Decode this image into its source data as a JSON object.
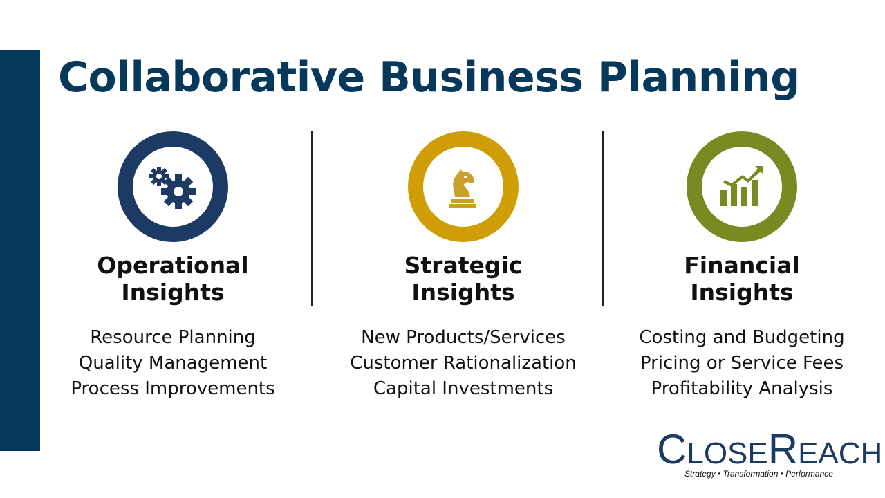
{
  "title": "Collaborative Business Planning",
  "colors": {
    "navy": "#06385c",
    "ring_navy": "#1c3a63",
    "gold": "#cf9e06",
    "olive": "#7a8a22"
  },
  "columns": [
    {
      "icon": "gears-icon",
      "ring_color": "#1c3a63",
      "title_line1": "Operational",
      "title_line2": "Insights",
      "items": [
        "Resource Planning",
        "Quality Management",
        "Process Improvements"
      ]
    },
    {
      "icon": "chess-knight-icon",
      "ring_color": "#cf9e06",
      "title_line1": "Strategic",
      "title_line2": "Insights",
      "items": [
        "New Products/Services",
        "Customer Rationalization",
        "Capital Investments"
      ]
    },
    {
      "icon": "bar-chart-growth-icon",
      "ring_color": "#7a8a22",
      "title_line1": "Financial",
      "title_line2": "Insights",
      "items": [
        "Costing and Budgeting",
        "Pricing or Service Fees",
        "Profitability Analysis"
      ]
    }
  ],
  "logo": {
    "text": "CloseReach",
    "tagline": "Strategy • Transformation • Performance"
  }
}
